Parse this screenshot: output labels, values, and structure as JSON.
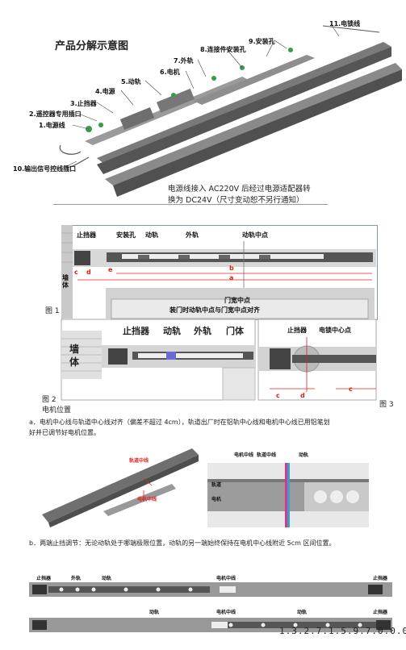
{
  "section1": {
    "title": "产品分解示意图",
    "labels": {
      "l1": "1.电源线",
      "l2": "2.遥控器专用插口",
      "l3": "3.止挡器",
      "l4": "4.电源",
      "l5": "5.动轨",
      "l6": "6.电机",
      "l7": "7.外轨",
      "l8": "8.连接件安装孔",
      "l9": "9.安装孔",
      "l10": "10.输出信号控线插口",
      "l11": "11.电锁线"
    },
    "note_line1": "电源线接入 AC220V 后经过电源适配器转",
    "note_line2": "换为 DC24V（尺寸变动恕不另行通知）"
  },
  "fig1": {
    "caption": "图 1",
    "stopper": "止挡器",
    "mount_hole": "安装孔",
    "moving_rail": "动轨",
    "outer_rail": "外轨",
    "rail_center": "动轨中点",
    "wall": "墙体",
    "door_center": "门宽中点",
    "note": "装门时动轨中点与门宽中点对齐",
    "dims": {
      "a": "a",
      "b": "b",
      "c": "c",
      "d": "d",
      "e": "e"
    }
  },
  "fig2": {
    "caption": "图 2",
    "sub": "电机位置",
    "wall_a": "墙",
    "wall_b": "体",
    "stopper": "止挡器",
    "moving_rail": "动轨",
    "outer_rail": "外轨",
    "door": "门体"
  },
  "fig3": {
    "caption": "图 3",
    "stopper": "止挡器",
    "motor_center": "电锁中心点",
    "dims": {
      "c1": "c",
      "d": "d",
      "c2": "c"
    }
  },
  "text_a": {
    "line1": "a．电机中心线与轨道中心线对齐（偏差不超过 4cm），轨道出厂时在铝轨中心线和电机中心线已用铝笔划",
    "line2": "好并已调节好电机位置。"
  },
  "photo_a": {
    "rail_center": "轨道中线",
    "motor_center": "电机中线",
    "motor_line": "电机中线",
    "rail_line": "轨道中线",
    "moving_rail": "动轨",
    "track": "轨道",
    "motor": "电机"
  },
  "text_b": {
    "line1": "b．两端止挡调节：无论动轨处于哪端极限位置，动轨的另一端始终保持在电机中心线附近 5cm 区间位置。"
  },
  "bottom": {
    "stopper_l": "止挡器",
    "outer_rail": "外轨",
    "moving_rail": "动轨",
    "motor_center": "电机中线",
    "stopper_r": "止挡器",
    "moving_rail2": "动轨",
    "motor_center2": "电机中线",
    "moving_rail3": "动轨",
    "stopper_r2": "止挡器",
    "version": "1.3.2.7.1.5.9.7.0.0.0"
  }
}
